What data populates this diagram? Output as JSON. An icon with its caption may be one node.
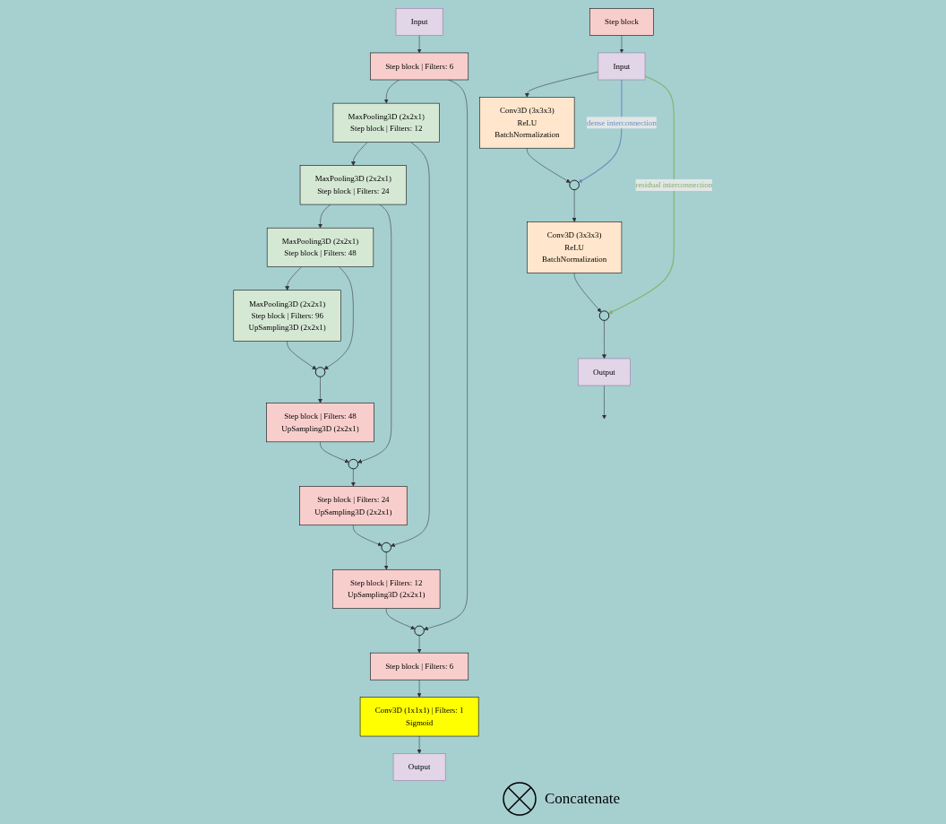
{
  "diagram": {
    "nodes": [
      {
        "text": [
          "Input"
        ]
      },
      {
        "text": [
          "Step block | Filters: 6"
        ]
      },
      {
        "text": [
          "MaxPooling3D (2x2x1)",
          "Step block | Filters: 12"
        ]
      },
      {
        "text": [
          "MaxPooling3D (2x2x1)",
          "Step block | Filters: 24"
        ]
      },
      {
        "text": [
          "MaxPooling3D (2x2x1)",
          "Step block | Filters: 48"
        ]
      },
      {
        "text": [
          "MaxPooling3D (2x2x1)",
          "Step block | Filters: 96",
          "UpSampling3D (2x2x1)"
        ]
      },
      {
        "text": [],
        "shape": "circle"
      },
      {
        "text": [
          "Step block | Filters: 48",
          "UpSampling3D (2x2x1)"
        ]
      },
      {
        "text": [],
        "shape": "circle"
      },
      {
        "text": [
          "Step block | Filters: 24",
          "UpSampling3D (2x2x1)"
        ]
      },
      {
        "text": [],
        "shape": "circle"
      },
      {
        "text": [
          "Step block | Filters: 12",
          "UpSampling3D (2x2x1)"
        ]
      },
      {
        "text": [],
        "shape": "circle"
      },
      {
        "text": [
          "Step block | Filters: 6"
        ]
      },
      {
        "text": [
          "Conv3D (1x1x1) | Filters: 1",
          "Sigmoid"
        ]
      },
      {
        "text": [
          "Output"
        ]
      },
      {
        "text": [
          "Step block"
        ]
      },
      {
        "text": [
          "Input"
        ]
      },
      {
        "text": [
          "Conv3D (3x3x3)",
          "ReLU",
          "BatchNormalization"
        ]
      },
      {
        "text": [],
        "shape": "circle"
      },
      {
        "text": [
          "Conv3D (3x3x3)",
          "ReLU",
          "BatchNormalization"
        ]
      },
      {
        "text": [],
        "shape": "circle"
      },
      {
        "text": [
          "Output"
        ]
      }
    ],
    "edges": [
      {
        "from": 0,
        "to": 1,
        "arrow": "to"
      },
      {
        "from": 1,
        "to": 2,
        "arrow": "to"
      },
      {
        "from": 2,
        "to": 3,
        "arrow": "to"
      },
      {
        "from": 3,
        "to": 4,
        "arrow": "to"
      },
      {
        "from": 4,
        "to": 5,
        "arrow": "to"
      },
      {
        "from": 4,
        "to": 6,
        "arrow": "to"
      },
      {
        "from": 5,
        "to": 6,
        "arrow": "to"
      },
      {
        "from": 6,
        "to": 7,
        "arrow": "to"
      },
      {
        "from": 3,
        "to": 8,
        "arrow": "to"
      },
      {
        "from": 7,
        "to": 8,
        "arrow": "to"
      },
      {
        "from": 8,
        "to": 9,
        "arrow": "to"
      },
      {
        "from": 2,
        "to": 10,
        "arrow": "to"
      },
      {
        "from": 9,
        "to": 10,
        "arrow": "to"
      },
      {
        "from": 10,
        "to": 11,
        "arrow": "to"
      },
      {
        "from": 1,
        "to": 12,
        "arrow": "to"
      },
      {
        "from": 11,
        "to": 12,
        "arrow": "to"
      },
      {
        "from": 12,
        "to": 13,
        "arrow": "to"
      },
      {
        "from": 13,
        "to": 14,
        "arrow": "to"
      },
      {
        "from": 14,
        "to": 15,
        "arrow": "to"
      },
      {
        "from": 16,
        "to": 17,
        "arrow": "to"
      },
      {
        "from": 17,
        "to": 18,
        "arrow": "to"
      },
      {
        "from": 18,
        "to": 19,
        "arrow": "to"
      },
      {
        "from": 17,
        "to": 19,
        "arrow": "to",
        "label": "dense interconnection",
        "color": "#6c8ebf"
      },
      {
        "from": 19,
        "to": 20,
        "arrow": "to"
      },
      {
        "from": 20,
        "to": 21,
        "arrow": "to"
      },
      {
        "from": 17,
        "to": 21,
        "arrow": "to",
        "label": "residual interconnection",
        "color": "#82b366"
      },
      {
        "from": 21,
        "to": 22,
        "arrow": "to"
      },
      {
        "from": 22,
        "to": null,
        "arrow": "to"
      }
    ],
    "legend": [
      {
        "text": "Concatenate"
      }
    ]
  }
}
